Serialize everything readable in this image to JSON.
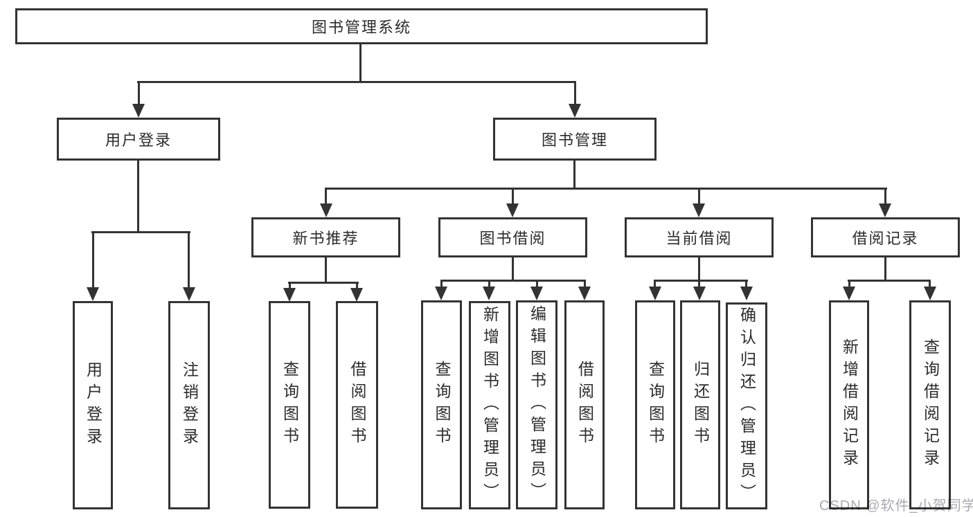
{
  "diagram_type": "hierarchy-tree",
  "watermark": "CSDN @软件_小贺同学",
  "colors": {
    "line": "#333333",
    "text": "#2b2b2b",
    "box_background": "#ffffff",
    "watermark": "#a9a9b3"
  },
  "tree": {
    "label": "图书管理系统",
    "children": [
      {
        "label": "用户登录",
        "children": [
          {
            "label": "用户登录"
          },
          {
            "label": "注销登录"
          }
        ]
      },
      {
        "label": "图书管理",
        "children": [
          {
            "label": "新书推荐",
            "children": [
              {
                "label": "查询图书"
              },
              {
                "label": "借阅图书"
              }
            ]
          },
          {
            "label": "图书借阅",
            "children": [
              {
                "label": "查询图书"
              },
              {
                "label": "新增图书（管理员）"
              },
              {
                "label": "编辑图书（管理员）"
              },
              {
                "label": "借阅图书"
              }
            ]
          },
          {
            "label": "当前借阅",
            "children": [
              {
                "label": "查询图书"
              },
              {
                "label": "归还图书"
              },
              {
                "label": "确认归还（管理员）"
              }
            ]
          },
          {
            "label": "借阅记录",
            "children": [
              {
                "label": "新增借阅记录"
              },
              {
                "label": "查询借阅记录"
              }
            ]
          }
        ]
      }
    ]
  }
}
